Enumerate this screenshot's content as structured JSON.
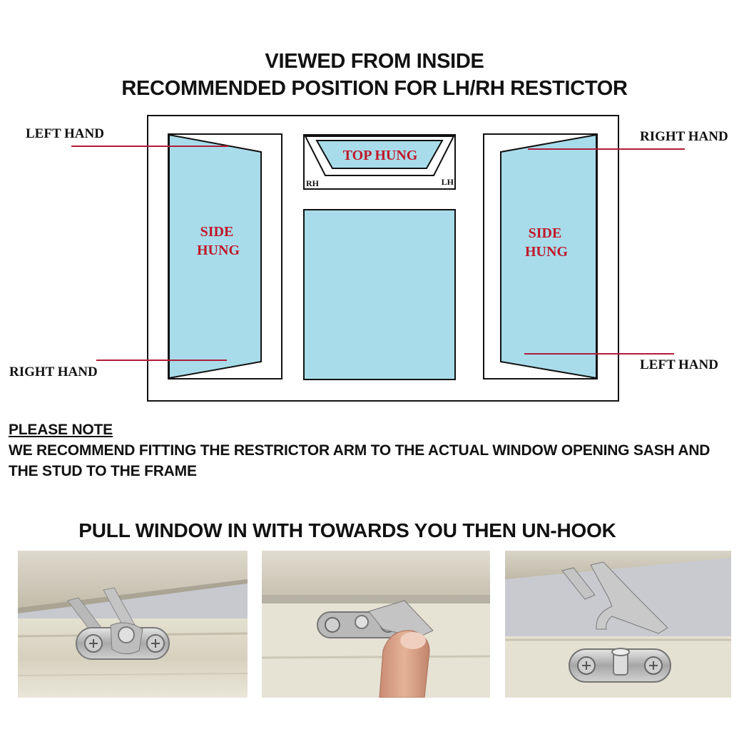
{
  "header": {
    "line1": "VIEWED FROM INSIDE",
    "line2": "RECOMMENDED POSITION FOR LH/RH RESTICTOR"
  },
  "diagram": {
    "left_window": {
      "label": [
        "SIDE",
        "HUNG"
      ],
      "top_callout": "LEFT HAND",
      "bottom_callout": "RIGHT HAND"
    },
    "right_window": {
      "label": [
        "SIDE",
        "HUNG"
      ],
      "top_callout": "RIGHT HAND",
      "bottom_callout": "LEFT HAND"
    },
    "top_window": {
      "label": "TOP HUNG",
      "left_corner": "RH",
      "right_corner": "LH"
    },
    "colors": {
      "glass": "#a8dcea",
      "label_red": "#c0182b",
      "callout_line": "#b01c3a",
      "frame": "#111111"
    }
  },
  "note": {
    "heading": "PLEASE NOTE",
    "line1": "WE RECOMMEND FITTING THE RESTRICTOR ARM TO THE ACTUAL WINDOW OPENING SASH AND",
    "line2": "THE STUD TO THE FRAME"
  },
  "instruction": "PULL WINDOW IN WITH TOWARDS YOU THEN UN-HOOK",
  "photos": [
    {
      "subject": "restrictor-hooked"
    },
    {
      "subject": "finger-pressing-catch"
    },
    {
      "subject": "restrictor-unhooked"
    }
  ]
}
